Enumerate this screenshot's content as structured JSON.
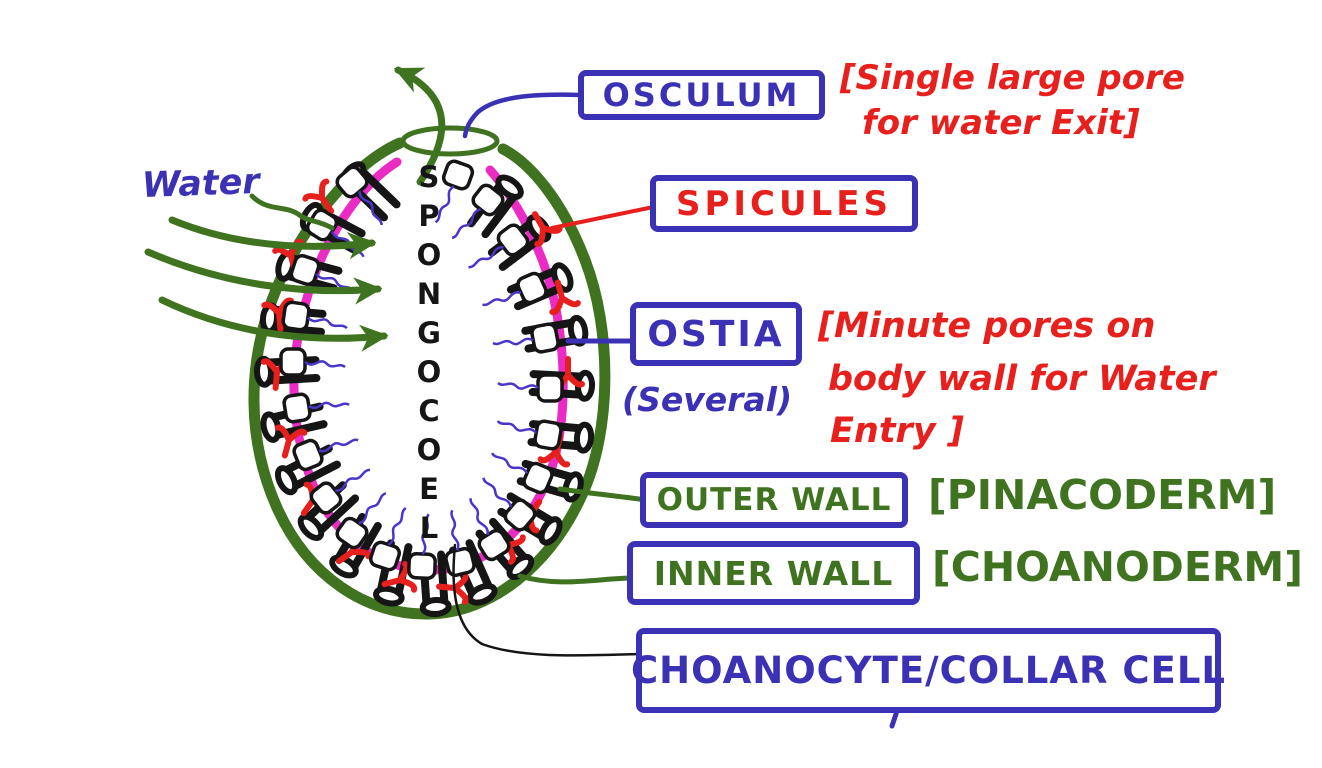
{
  "diagram_title": "Sponge body plan (hand-drawn whiteboard diagram)",
  "colors": {
    "label_blue": "#3a31b4",
    "annotation_red": "#e8201d",
    "wall_green": "#3f7320",
    "inner_wall_magenta": "#ea2cc4",
    "flagella_blue": "#4836c9",
    "ink_black": "#151515"
  },
  "water_label": {
    "text": "Water"
  },
  "spongocoel_label": {
    "text": "SPONGOCOEL"
  },
  "callouts": {
    "osculum": {
      "label": "OSCULUM",
      "note_lines": [
        "[Single large pore",
        "for water Exit]"
      ]
    },
    "spicules": {
      "label": "SPICULES"
    },
    "ostia": {
      "label": "OSTIA",
      "qualifier": "(Several)",
      "note_lines": [
        "[Minute pores on",
        "body wall for Water",
        "Entry ]"
      ]
    },
    "outer_wall": {
      "label": "OUTER WALL",
      "note": "[PINACODERM]"
    },
    "inner_wall": {
      "label": "INNER WALL",
      "note": "[CHOANODERM]"
    },
    "choanocyte": {
      "label": "CHOANOCYTE/COLLAR CELL"
    }
  }
}
